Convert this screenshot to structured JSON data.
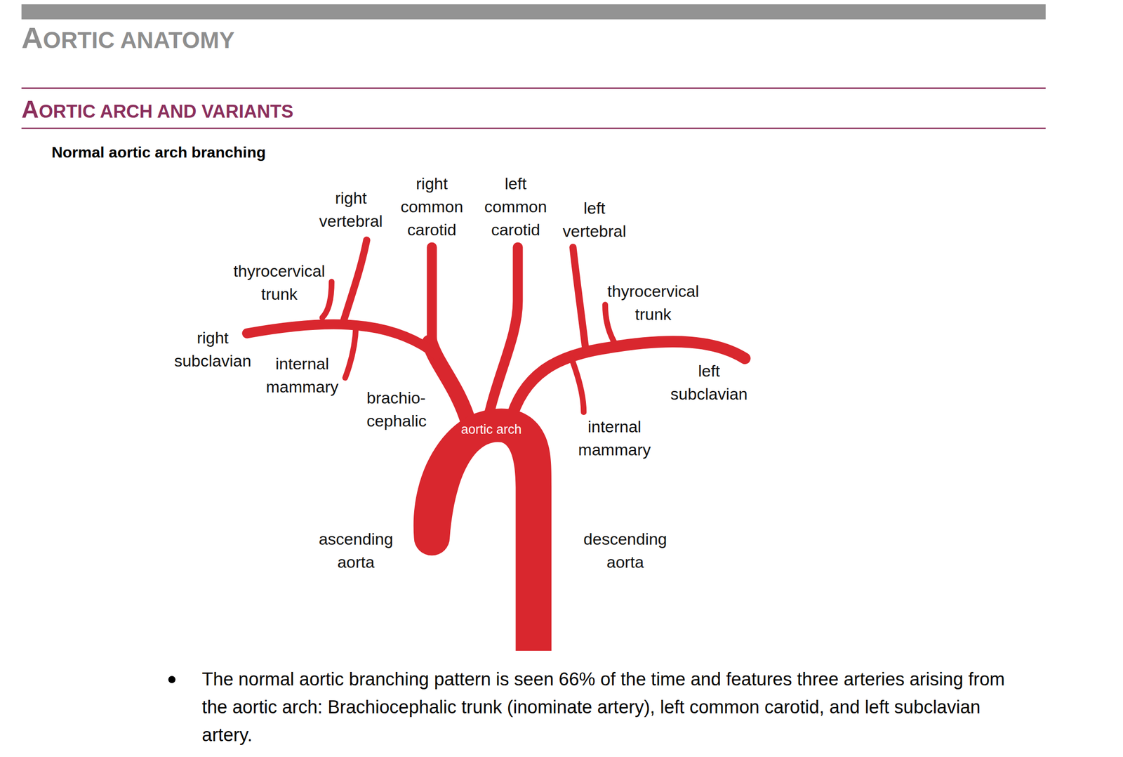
{
  "diagram": {
    "title": "AORTIC ANATOMY",
    "labels": [
      "AORTIC ARCH AND VARIANTS",
      "Normal aortic arch branching",
      "right vertebral",
      "right common carotid",
      "left common carotid",
      "left vertebral",
      "thyrocervical trunk",
      "thyrocervical trunk",
      "right subclavian",
      "internal mammary",
      "brachio- cephalic",
      "aortic arch",
      "internal mammary",
      "left subclavian",
      "ascending aorta",
      "descending aorta",
      "The normal aortic branching pattern is seen 66% of the time and features three arteries arising from the aortic arch: Brachiocephalic trunk (inominate artery), left common carotid, and left subclavian artery."
    ]
  }
}
